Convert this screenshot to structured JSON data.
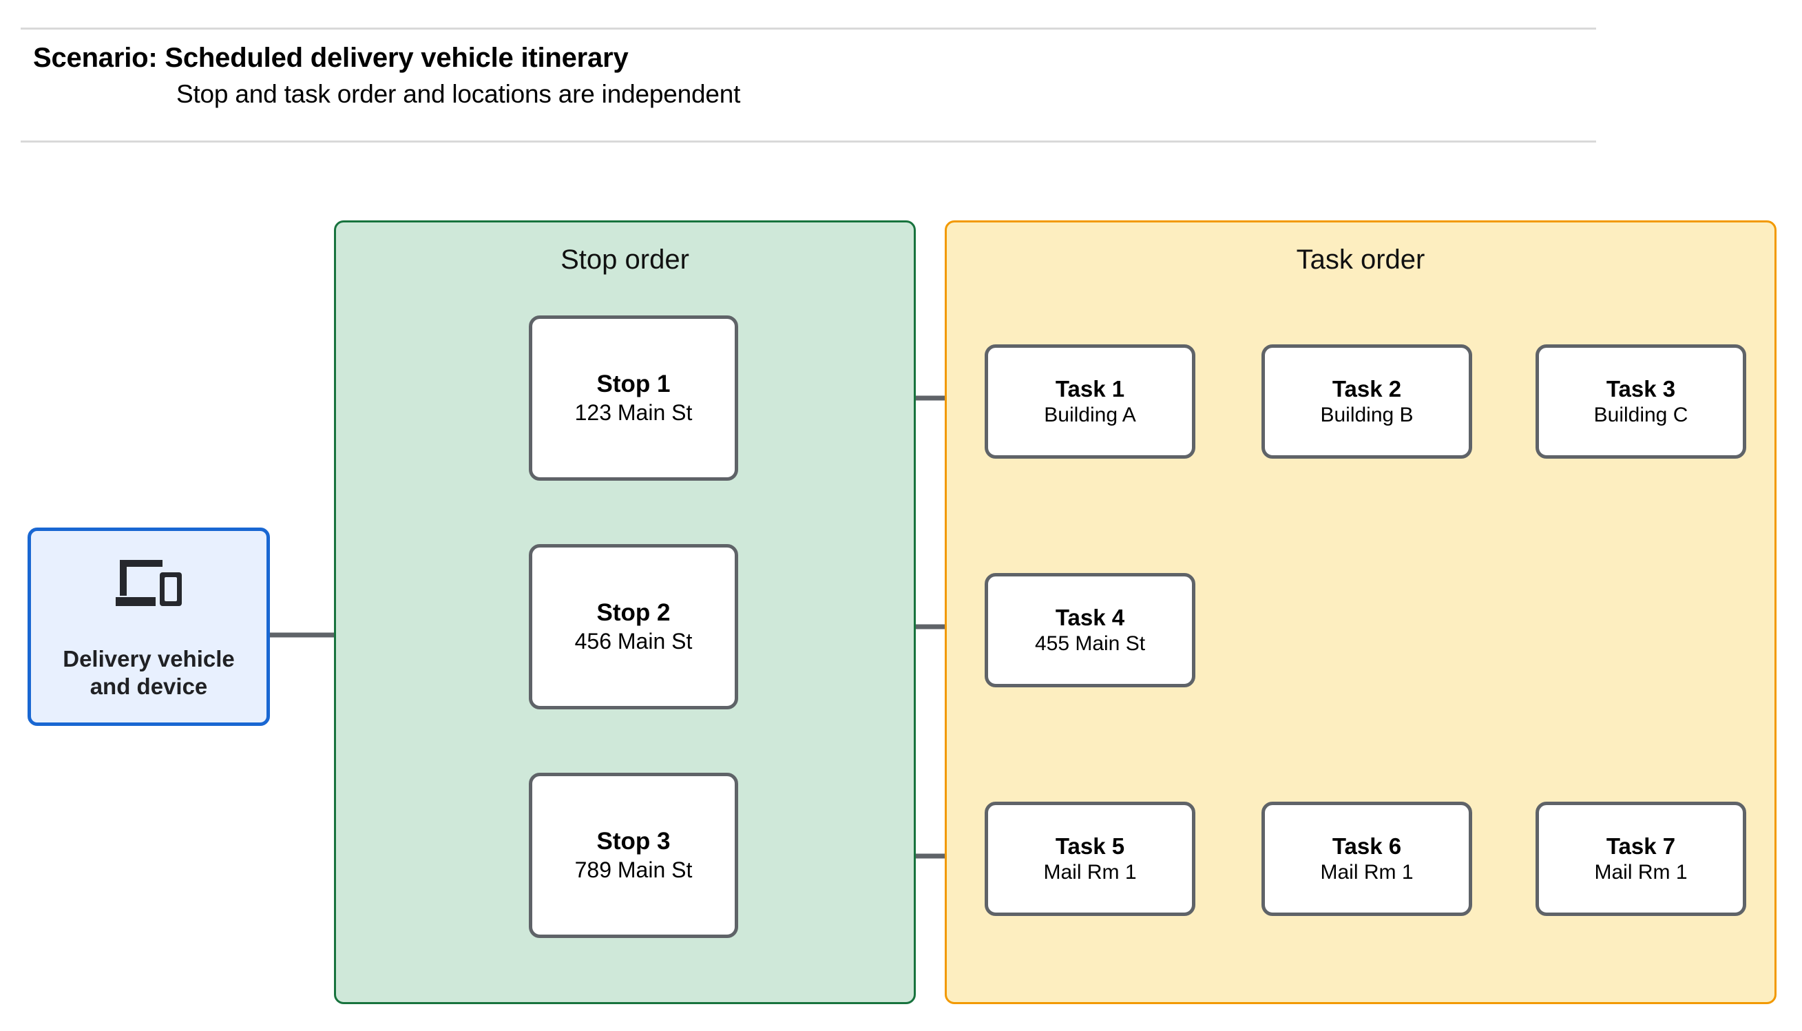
{
  "header": {
    "title": "Scenario: Scheduled delivery vehicle itinerary",
    "subtitle": "Stop and task order and locations are independent"
  },
  "source": {
    "icon": "devices-icon",
    "label": "Delivery vehicle\nand device"
  },
  "panels": {
    "stop": {
      "title": "Stop order",
      "fill": "#cfe8d9",
      "border": "#18733e"
    },
    "task": {
      "title": "Task order",
      "fill": "#fdeec0",
      "border": "#f29900"
    }
  },
  "stops": [
    {
      "title": "Stop 1",
      "location": "123 Main St"
    },
    {
      "title": "Stop 2",
      "location": "456 Main St"
    },
    {
      "title": "Stop 3",
      "location": "789 Main St"
    }
  ],
  "tasks": [
    {
      "title": "Task 1",
      "location": "Building A"
    },
    {
      "title": "Task 2",
      "location": "Building B"
    },
    {
      "title": "Task 3",
      "location": "Building C"
    },
    {
      "title": "Task 4",
      "location": "455 Main St"
    },
    {
      "title": "Task 5",
      "location": "Mail Rm 1"
    },
    {
      "title": "Task 6",
      "location": "Mail Rm 1"
    },
    {
      "title": "Task 7",
      "location": "Mail Rm 1"
    }
  ],
  "colors": {
    "connector": "#5f6368",
    "node_border": "#5f6368",
    "device_border": "#1967d2",
    "device_fill": "#e8f0fe",
    "rule": "#d9d9d9"
  }
}
